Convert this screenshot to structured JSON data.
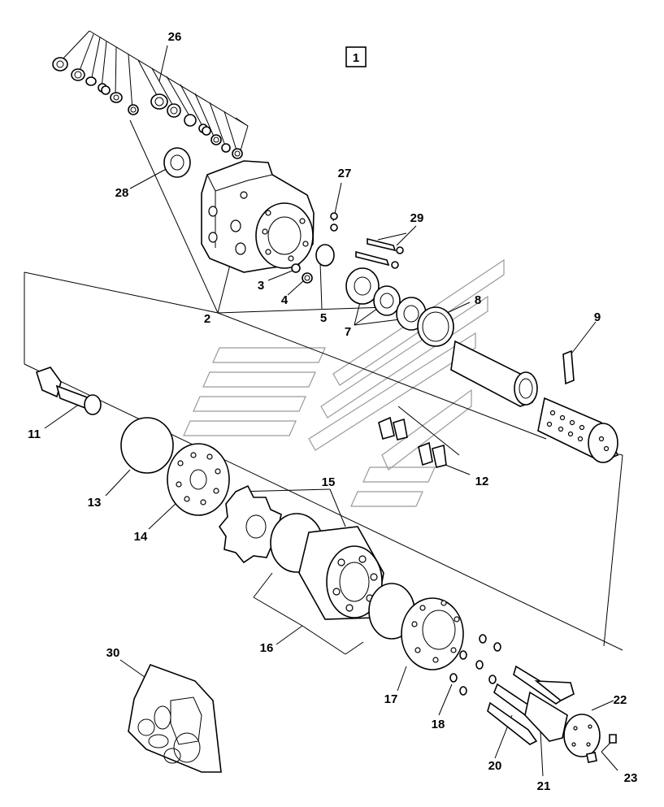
{
  "figure": {
    "box_label": "1",
    "callouts": [
      "26",
      "28",
      "27",
      "29",
      "3",
      "4",
      "5",
      "2",
      "7",
      "8",
      "9",
      "11",
      "12",
      "13",
      "14",
      "15",
      "16",
      "17",
      "18",
      "20",
      "21",
      "22",
      "23",
      "30"
    ]
  }
}
